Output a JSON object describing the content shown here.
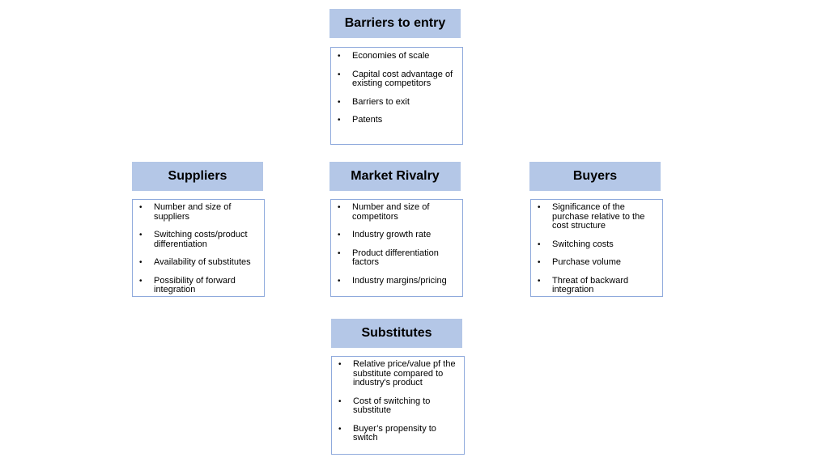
{
  "barriers": {
    "title": "Barriers to entry",
    "items": [
      "Economies of scale",
      "Capital cost advantage of existing competitors",
      "Barriers to exit",
      "Patents"
    ]
  },
  "suppliers": {
    "title": "Suppliers",
    "items": [
      "Number and size of suppliers",
      "Switching costs/product differentiation",
      "Availability of substitutes",
      "Possibility of forward integration"
    ]
  },
  "rivalry": {
    "title": "Market Rivalry",
    "items": [
      "Number and size of competitors",
      "Industry growth rate",
      "Product differentiation factors",
      "Industry margins/pricing"
    ]
  },
  "buyers": {
    "title": "Buyers",
    "items": [
      "Significance of the purchase relative to the cost structure",
      "Switching costs",
      "Purchase volume",
      "Threat of backward integration"
    ]
  },
  "substitutes": {
    "title": "Substitutes",
    "items": [
      "Relative price/value pf the substitute compared to industry's product",
      "Cost of switching to substitute",
      "Buyer’s propensity to switch"
    ]
  }
}
